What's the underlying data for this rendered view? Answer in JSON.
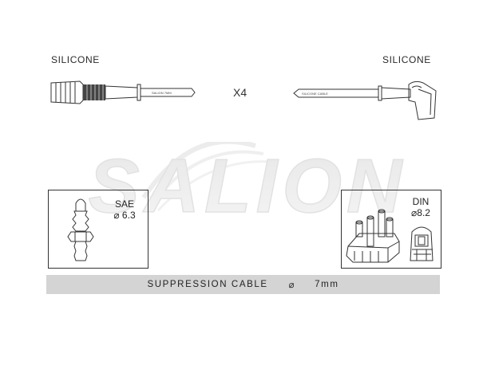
{
  "top_left_label": "SILICONE",
  "top_right_label": "SILICONE",
  "quantity_label": "X4",
  "watermark_text": "SALION",
  "sae_box": {
    "title": "SAE",
    "diameter": "⌀ 6.3"
  },
  "din_box": {
    "title": "DIN",
    "diameter": "⌀8.2"
  },
  "footer": {
    "text": "SUPPRESSION CABLE",
    "diameter_symbol": "⌀",
    "size": "7mm"
  }
}
